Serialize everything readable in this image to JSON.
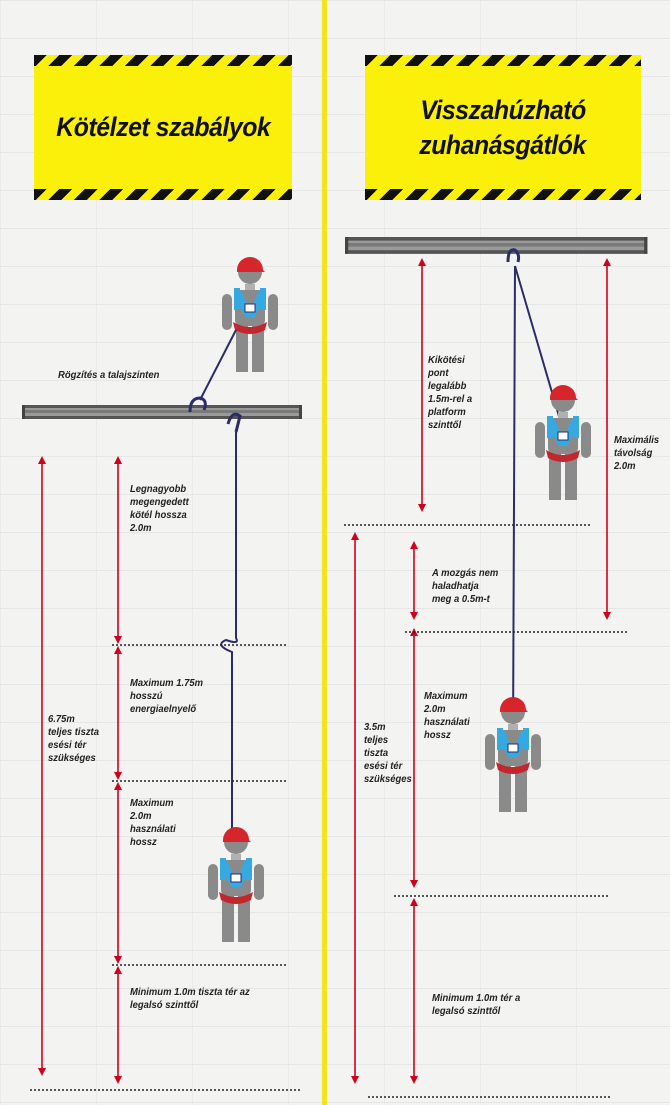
{
  "left_panel": {
    "title_line1": "Kötélzet szabályok",
    "anchor_label": "Rögzítés a talajszinten",
    "label_max_lanyard": [
      "Legnagyobb",
      "megengedett",
      "kötél hossza",
      "2.0m"
    ],
    "label_absorber": [
      "Maximum 1.75m",
      "hosszú",
      "energiaelnyelő"
    ],
    "label_total": [
      "6.75m",
      "teljes tiszta",
      "esési tér",
      "szükséges"
    ],
    "label_working": [
      "Maximum",
      "2.0m",
      "használati",
      "hossz"
    ],
    "label_clearance": [
      "Minimum 1.0m tiszta tér az",
      "legalsó szinttől"
    ]
  },
  "right_panel": {
    "title_line1": "Visszahúzható",
    "title_line2": "zuhanásgátlók",
    "label_anchor_point": [
      "Kikötési",
      "pont",
      "legalább",
      "1.5m-rel a",
      "platform",
      "szinttől"
    ],
    "label_max_distance": [
      "Maximális",
      "távolság",
      "2.0m"
    ],
    "label_movement": [
      "A mozgás nem",
      "haladhatja",
      "meg a 0.5m-t"
    ],
    "label_working": [
      "Maximum",
      "2.0m",
      "használati",
      "hossz"
    ],
    "label_total": [
      "3.5m",
      "teljes",
      "tiszta",
      "esési tér",
      "szükséges"
    ],
    "label_clearance": [
      "Minimum 1.0m tér a",
      "legalsó szinttől"
    ]
  },
  "colors": {
    "banner": "#fbf00a",
    "arrow": "#d0021b",
    "rope": "#2b2c6b",
    "harness": "#36a9e1",
    "helmet": "#d7262b",
    "body": "#8a8a8a",
    "beam": "#6d6d6d"
  }
}
